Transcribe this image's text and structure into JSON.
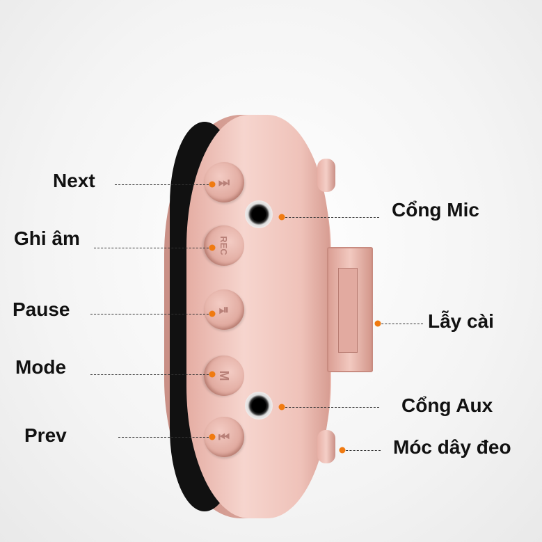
{
  "labels": {
    "next": "Next",
    "record": "Ghi âm",
    "pause": "Pause",
    "mode": "Mode",
    "prev": "Prev",
    "mic_port": "Cổng Mic",
    "clip": "Lẫy cài",
    "aux_port": "Cổng Aux",
    "strap_hook": "Móc dây đeo"
  },
  "button_glyphs": {
    "next": "⏭",
    "record": "REC",
    "pause": "⏯",
    "mode": "M",
    "prev": "⏮"
  },
  "colors": {
    "device": "#eab8ae",
    "marker": "#f07a10"
  }
}
